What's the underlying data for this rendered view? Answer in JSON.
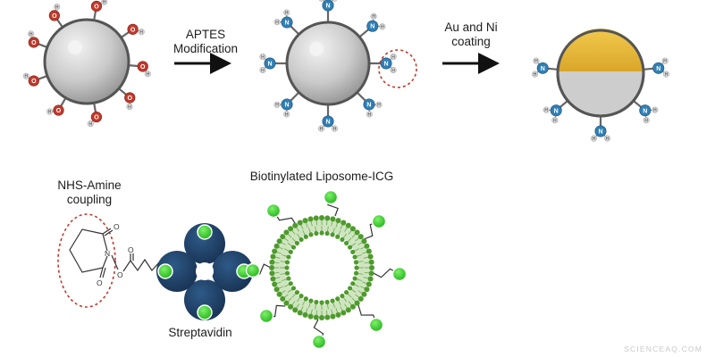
{
  "labels": {
    "step1": [
      "APTES",
      "Modification"
    ],
    "step2": [
      "Au and Ni",
      "coating"
    ],
    "coupling": [
      "NHS-Amine",
      "coupling"
    ],
    "liposome": "Biotinylated Liposome-ICG",
    "streptavidin": "Streptavidin",
    "watermark": "SCIENCEAQ.COM"
  },
  "atoms": {
    "oxygen": "O",
    "hydrogen": "H",
    "nitrogen": "N",
    "amine_hydrogen": "H",
    "carbonyl_o": "O",
    "ester_o": "O",
    "imide_n": "N"
  },
  "colors": {
    "sphere": "#c9c9c9",
    "sphere_rim": "#555555",
    "gold": "#e3b53a",
    "oxygen": "#c0392b",
    "nitrogen": "#2f7fb5",
    "hydrogen": "#d9d9d9",
    "streptavidin": "#1f3f66",
    "biotin": "#39d12c",
    "lipid": "#4e9a2d",
    "dashed_circle": "#c0392b"
  },
  "icons": [
    "right-arrow-icon",
    "silica-nanoparticle-icon",
    "amine-group-icon",
    "hydroxyl-group-icon",
    "janus-particle-icon",
    "nhs-ester-icon",
    "streptavidin-tetramer-icon",
    "liposome-icon",
    "biotin-icon"
  ]
}
